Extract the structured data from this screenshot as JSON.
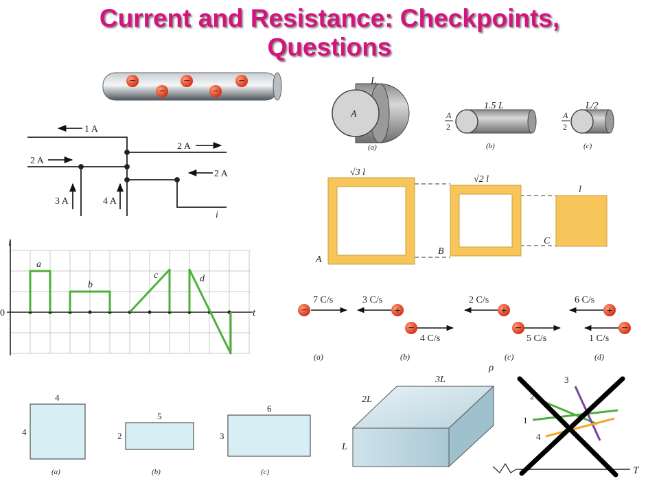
{
  "title": {
    "line1": "Current and Resistance: Checkpoints,",
    "line2": "Questions"
  },
  "wire_charges": [
    "−",
    "−",
    "−",
    "−",
    "−"
  ],
  "circuit": {
    "labels": [
      "1 A",
      "2 A",
      "2 A",
      "2 A",
      "3 A",
      "4 A",
      "i"
    ]
  },
  "graph": {
    "axis_i": "i",
    "axis_t": "t",
    "zero": "0",
    "curves": [
      "a",
      "b",
      "c",
      "d"
    ]
  },
  "cylinders": {
    "a": {
      "length": "L",
      "area": "A",
      "caption": "(a)"
    },
    "b": {
      "length": "1.5 L",
      "area_num": "A",
      "area_den": "2",
      "caption": "(b)"
    },
    "c": {
      "length": "L/2",
      "area_num": "A",
      "area_den": "2",
      "caption": "(c)"
    }
  },
  "squares": {
    "A": "A",
    "B": "B",
    "C": "C",
    "side_a": "√3 l",
    "side_b": "√2 l",
    "side_c": "l"
  },
  "charges": [
    {
      "rate": "7 C/s",
      "sign": "−",
      "caption": "(a)"
    },
    {
      "rate_top": "3 C/s",
      "rate_bot": "4 C/s",
      "caption": "(b)"
    },
    {
      "rate_top": "2 C/s",
      "rate_bot": "5 C/s",
      "caption": "(c)"
    },
    {
      "rate_top": "6 C/s",
      "rate_bot": "1 C/s",
      "caption": "(d)"
    }
  ],
  "rects": [
    {
      "w": "4",
      "h": "4",
      "caption": "(a)"
    },
    {
      "w": "5",
      "h": "2",
      "caption": "(b)"
    },
    {
      "w": "6",
      "h": "3",
      "caption": "(c)"
    }
  ],
  "box": {
    "top": "3L",
    "side": "2L",
    "height": "L"
  },
  "rho_graph": {
    "rho": "ρ",
    "T": "T",
    "lines": [
      "1",
      "2",
      "3",
      "4"
    ]
  },
  "colors": {
    "title": "#d4147c",
    "green": "#4caf3a",
    "gold": "#f5c04a",
    "purple": "#7b3fa0",
    "orange": "#f5a623",
    "charge": "#e8401c"
  }
}
